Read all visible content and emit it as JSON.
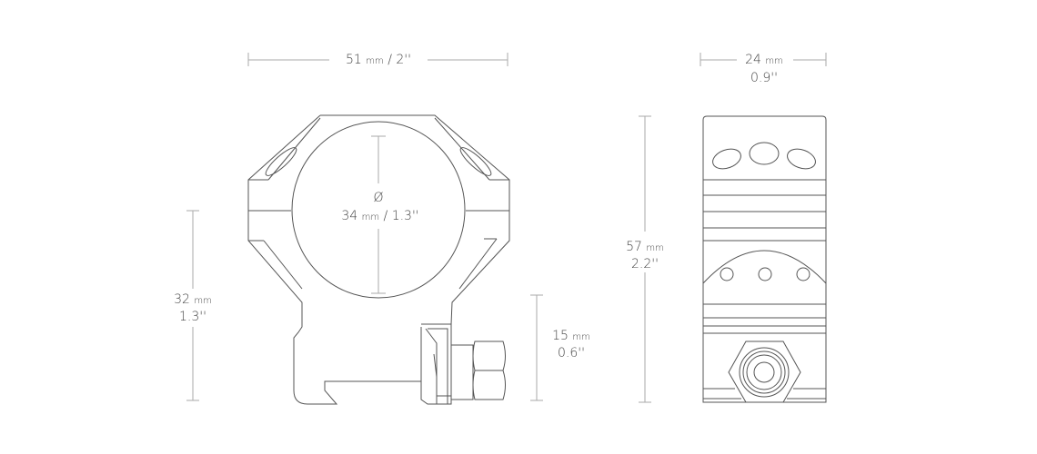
{
  "colors": {
    "line": "#555555",
    "dimension": "#aaaaaa",
    "text": "#444444"
  },
  "dimensions": {
    "width": {
      "value": "51",
      "unit": "mm",
      "imperial": "/ 2''"
    },
    "ring_diameter": {
      "symbol": "Ø",
      "value": "34",
      "unit": "mm",
      "imperial": "/ 1.3''"
    },
    "height": {
      "value": "32",
      "unit": "mm",
      "imperial": "1.3''"
    },
    "clamp": {
      "value": "15",
      "unit": "mm",
      "imperial": "0.6''"
    },
    "depth": {
      "value": "24",
      "unit": "mm",
      "imperial": "0.9''"
    },
    "total_height": {
      "value": "57",
      "unit": "mm",
      "imperial": "2.2''"
    }
  }
}
